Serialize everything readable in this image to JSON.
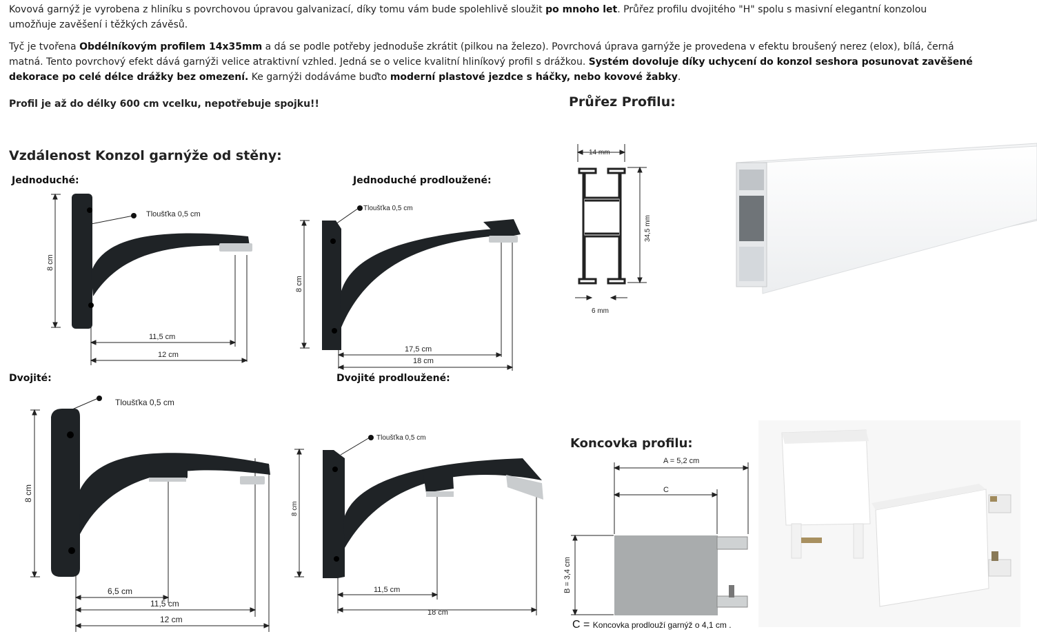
{
  "intro": {
    "p1": {
      "t1": "Kovová garnýž je vyrobena z hliníku s povrchovou úpravou galvanizací, díky tomu vám bude spolehlivě sloužit ",
      "b1": "po mnoho let",
      "t2": ". Průřez profilu dvojitého \"H\" spolu s masivní elegantní konzolou umožňuje zavěšení i těžkých závěsů."
    },
    "p2": {
      "t1": " Tyč je tvořena ",
      "b1": "Obdélníkovým profilem 14x35mm",
      "t2": " a dá se podle potřeby jednoduše zkrátit (pilkou na železo). Povrchová úprava garnýže je provedena v efektu broušený nerez (elox), bílá, černá matná. Tento povrchový efekt dává garnýži velice atraktivní vzhled. Jedná se o velice kvalitní hliníkový profil s drážkou. ",
      "b2": "Systém dovoluje díky uchycení do konzol seshora posunovat zavěšené dekorace po celé délce drážky bez omezení.",
      "t3": " Ke garnýži dodáváme buďto ",
      "b3": "moderní plastové jezdce s háčky, nebo kovové žabky",
      "t4": "."
    },
    "p3": "Profil je až do délky 600 cm vcelku, nepotřebuje spojku!!"
  },
  "headings": {
    "distance": "Vzdálenost Konzol garnýže od stěny:",
    "profile": "Průřez Profilu:",
    "endcap": "Koncovka profilu:"
  },
  "brackets": {
    "single": {
      "title": "Jednoduché:",
      "thickness": "Tloušťka 0,5 cm",
      "height": "8 cm",
      "d1": "11,5 cm",
      "d2": "12 cm"
    },
    "single_ext": {
      "title": "Jednoduché prodloužené:",
      "thickness": "Tloušťka 0,5 cm",
      "height": "8 cm",
      "d1": "17,5 cm",
      "d2": "18 cm"
    },
    "double": {
      "title": "Dvojité:",
      "thickness": "Tloušťka 0,5 cm",
      "height": "8 cm",
      "d0": "6,5 cm",
      "d1": "11,5 cm",
      "d2": "12 cm"
    },
    "double_ext": {
      "title": "Dvojité prodloužené:",
      "thickness": "Tloušťka 0,5 cm",
      "height": "8 cm",
      "d1": "11,5 cm",
      "d2": "18 cm"
    }
  },
  "profile_dims": {
    "width": "14 mm",
    "height": "34,5 mm",
    "slot": "6 mm"
  },
  "endcap": {
    "a": "A = 5,2 cm",
    "c": "C",
    "b": "B = 3,4 cm",
    "caption_letter": "C =",
    "caption_text": "Koncovka prodlouží garnýž o 4,1 cm ."
  },
  "colors": {
    "bracket": "#1f2326",
    "slider": "#c9ccce",
    "endcap_grey": "#a9acad",
    "profile_white": "#f4f5f6"
  }
}
